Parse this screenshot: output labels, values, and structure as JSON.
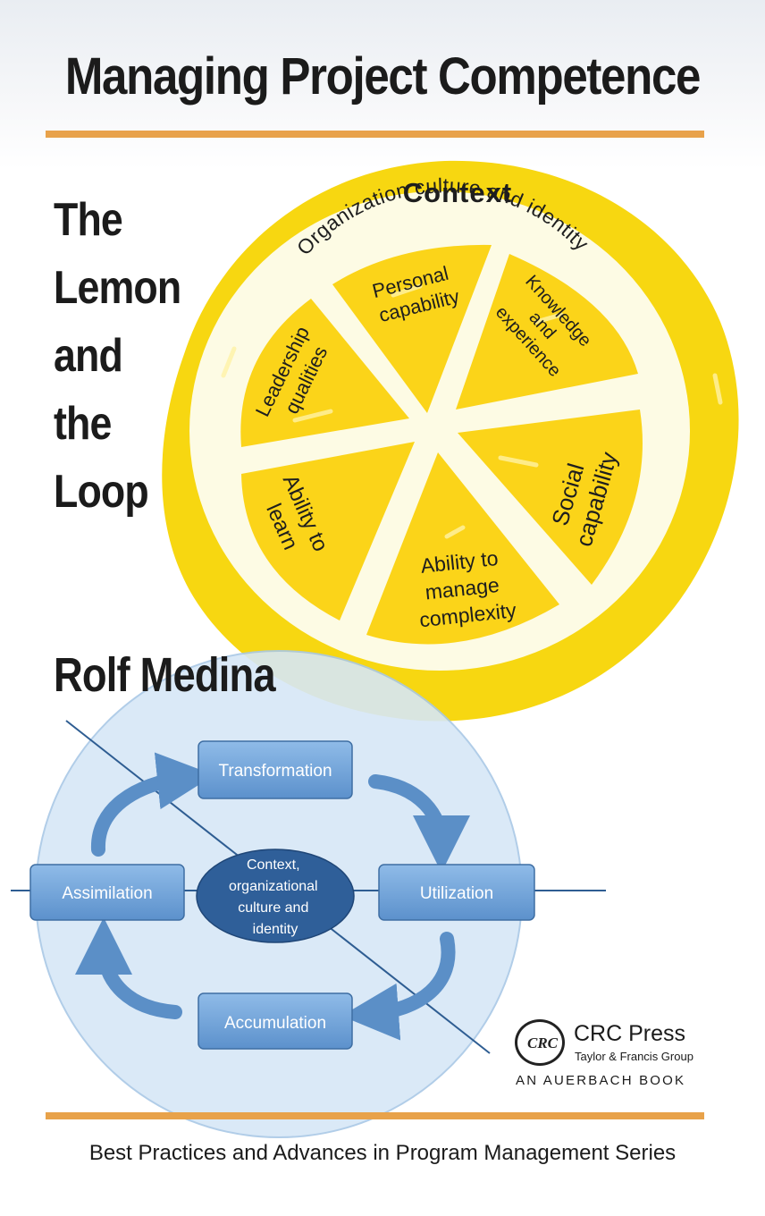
{
  "cover": {
    "title": "Managing Project Competence",
    "subtitle_lines": [
      "The",
      "Lemon",
      "and",
      "the",
      "Loop"
    ],
    "author": "Rolf Medina",
    "series": "Best Practices and Advances in Program Management Series",
    "accent_color": "#e8a24a"
  },
  "lemon": {
    "outer_label": "Context",
    "ring_label": "Organization culture and identity",
    "segments": [
      {
        "lines": [
          "Personal",
          "capability"
        ]
      },
      {
        "lines": [
          "Knowledge",
          "and",
          "experience"
        ]
      },
      {
        "lines": [
          "Social",
          "capability"
        ]
      },
      {
        "lines": [
          "Ability to",
          "manage",
          "complexity"
        ]
      },
      {
        "lines": [
          "Ability to",
          "learn"
        ]
      },
      {
        "lines": [
          "Leadership",
          "qualities"
        ]
      }
    ],
    "colors": {
      "peel": "#f7d711",
      "pith": "#fdfbe4",
      "flesh": "#fbd419",
      "text": "#1e1e1e"
    }
  },
  "loop": {
    "boxes": {
      "transformation": "Transformation",
      "utilization": "Utilization",
      "accumulation": "Accumulation",
      "assimilation": "Assimilation"
    },
    "center_lines": [
      "Context,",
      "organizational",
      "culture and",
      "identity"
    ],
    "colors": {
      "box": "#6a9fd6",
      "box_border": "#3e6ea3",
      "center": "#2f5f99",
      "circle": "#d6e7f7",
      "arrow": "#5b8fc7"
    }
  },
  "publisher": {
    "logo_text": "CRC",
    "name": "CRC Press",
    "group": "Taylor & Francis Group",
    "imprint": "AN AUERBACH BOOK"
  }
}
